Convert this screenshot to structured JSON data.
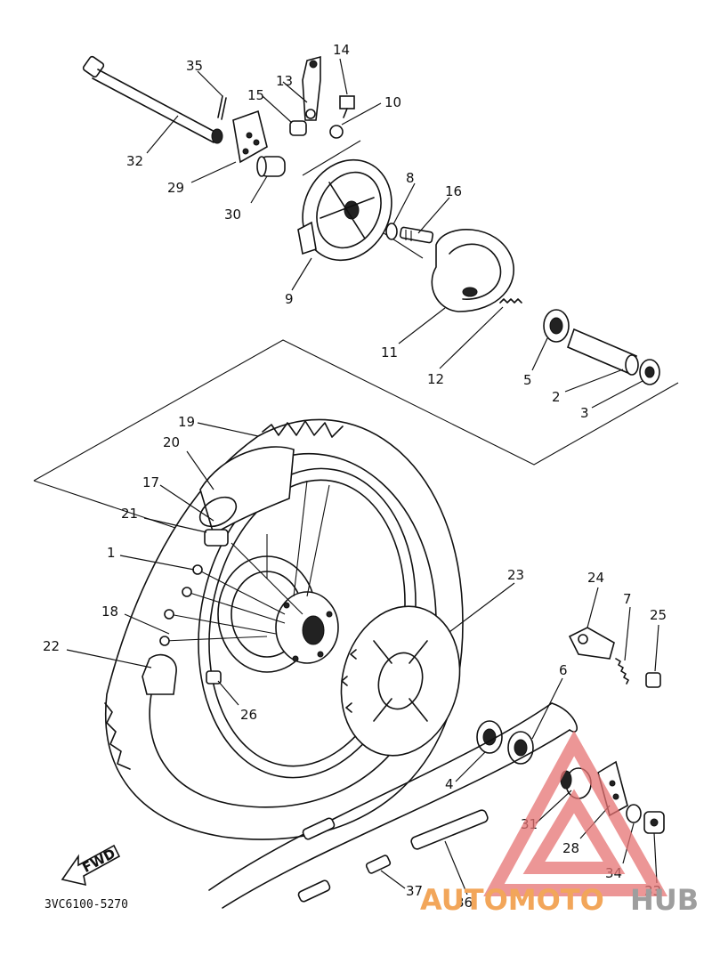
{
  "diagram_code": "3VC6100-5270",
  "fwd_label": "FWD",
  "watermark": {
    "part_a": "AUTOMOTO",
    "part_b": "HUB"
  },
  "callouts": [
    {
      "id": "c1",
      "label": "1"
    },
    {
      "id": "c2",
      "label": "2"
    },
    {
      "id": "c3",
      "label": "3"
    },
    {
      "id": "c4",
      "label": "4"
    },
    {
      "id": "c5",
      "label": "5"
    },
    {
      "id": "c6",
      "label": "6"
    },
    {
      "id": "c7",
      "label": "7"
    },
    {
      "id": "c8",
      "label": "8"
    },
    {
      "id": "c9",
      "label": "9"
    },
    {
      "id": "c10",
      "label": "10"
    },
    {
      "id": "c11",
      "label": "11"
    },
    {
      "id": "c12",
      "label": "12"
    },
    {
      "id": "c13",
      "label": "13"
    },
    {
      "id": "c14",
      "label": "14"
    },
    {
      "id": "c15",
      "label": "15"
    },
    {
      "id": "c16",
      "label": "16"
    },
    {
      "id": "c17",
      "label": "17"
    },
    {
      "id": "c18",
      "label": "18"
    },
    {
      "id": "c19",
      "label": "19"
    },
    {
      "id": "c20",
      "label": "20"
    },
    {
      "id": "c21",
      "label": "21"
    },
    {
      "id": "c22",
      "label": "22"
    },
    {
      "id": "c23",
      "label": "23"
    },
    {
      "id": "c24",
      "label": "24"
    },
    {
      "id": "c25",
      "label": "25"
    },
    {
      "id": "c26",
      "label": "26"
    },
    {
      "id": "c28",
      "label": "28"
    },
    {
      "id": "c29",
      "label": "29"
    },
    {
      "id": "c30",
      "label": "30"
    },
    {
      "id": "c31",
      "label": "31"
    },
    {
      "id": "c32",
      "label": "32"
    },
    {
      "id": "c33",
      "label": "33"
    },
    {
      "id": "c34",
      "label": "34"
    },
    {
      "id": "c35",
      "label": "35"
    },
    {
      "id": "c36",
      "label": "36"
    },
    {
      "id": "c37",
      "label": "37"
    }
  ]
}
